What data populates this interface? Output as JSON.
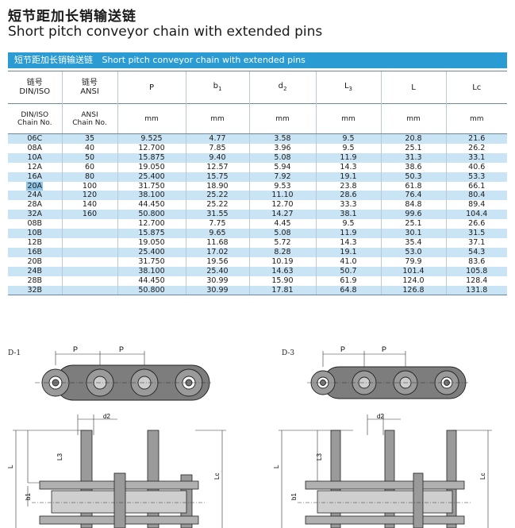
{
  "header": {
    "title_cn": "短节距加长销输送链",
    "title_en": "Short pitch conveyor chain with extended pins",
    "banner_cn": "短节距加长销输送链",
    "banner_en": "Short pitch conveyor chain with extended pins"
  },
  "table": {
    "col1_cn": "链号",
    "col1_en": "DIN/ISO",
    "col2_cn": "链号",
    "col2_en": "ANSI",
    "col_p": "P",
    "col_b1": "b1",
    "col_d2": "d2",
    "col_l3": "L3",
    "col_l": "L",
    "col_lc": "Lc",
    "sub1_a": "DIN/ISO",
    "sub1_b": "Chain No.",
    "sub2_a": "ANSI",
    "sub2_b": "Chain No.",
    "unit": "mm",
    "rows": [
      [
        "06C",
        "35",
        "9.525",
        "4.77",
        "3.58",
        "9.5",
        "20.8",
        "21.6"
      ],
      [
        "08A",
        "40",
        "12.700",
        "7.85",
        "3.96",
        "9.5",
        "25.1",
        "26.2"
      ],
      [
        "10A",
        "50",
        "15.875",
        "9.40",
        "5.08",
        "11.9",
        "31.3",
        "33.1"
      ],
      [
        "12A",
        "60",
        "19.050",
        "12.57",
        "5.94",
        "14.3",
        "38.6",
        "40.6"
      ],
      [
        "16A",
        "80",
        "25.400",
        "15.75",
        "7.92",
        "19.1",
        "50.3",
        "53.3"
      ],
      [
        "20A",
        "100",
        "31.750",
        "18.90",
        "9.53",
        "23.8",
        "61.8",
        "66.1"
      ],
      [
        "24A",
        "120",
        "38.100",
        "25.22",
        "11.10",
        "28.6",
        "76.4",
        "80.4"
      ],
      [
        "28A",
        "140",
        "44.450",
        "25.22",
        "12.70",
        "33.3",
        "84.8",
        "89.4"
      ],
      [
        "32A",
        "160",
        "50.800",
        "31.55",
        "14.27",
        "38.1",
        "99.6",
        "104.4"
      ],
      [
        "08B",
        "",
        "12.700",
        "7.75",
        "4.45",
        "9.5",
        "25.1",
        "26.6"
      ],
      [
        "10B",
        "",
        "15.875",
        "9.65",
        "5.08",
        "11.9",
        "30.1",
        "31.5"
      ],
      [
        "12B",
        "",
        "19.050",
        "11.68",
        "5.72",
        "14.3",
        "35.4",
        "37.1"
      ],
      [
        "16B",
        "",
        "25.400",
        "17.02",
        "8.28",
        "19.1",
        "53.0",
        "54.3"
      ],
      [
        "20B",
        "",
        "31.750",
        "19.56",
        "10.19",
        "41.0",
        "79.9",
        "83.6"
      ],
      [
        "24B",
        "",
        "38.100",
        "25.40",
        "14.63",
        "50.7",
        "101.4",
        "105.8"
      ],
      [
        "28B",
        "",
        "44.450",
        "30.99",
        "15.90",
        "61.9",
        "124.0",
        "128.4"
      ],
      [
        "32B",
        "",
        "50.800",
        "30.99",
        "17.81",
        "64.8",
        "126.8",
        "131.8"
      ]
    ]
  },
  "diagrams": {
    "label_d1": "D-1",
    "label_d3": "D-3",
    "dim_p": "P",
    "dim_d2": "d2",
    "dim_l3": "L3",
    "dim_l": "L",
    "dim_b1": "b1",
    "dim_lc": "Lc"
  }
}
